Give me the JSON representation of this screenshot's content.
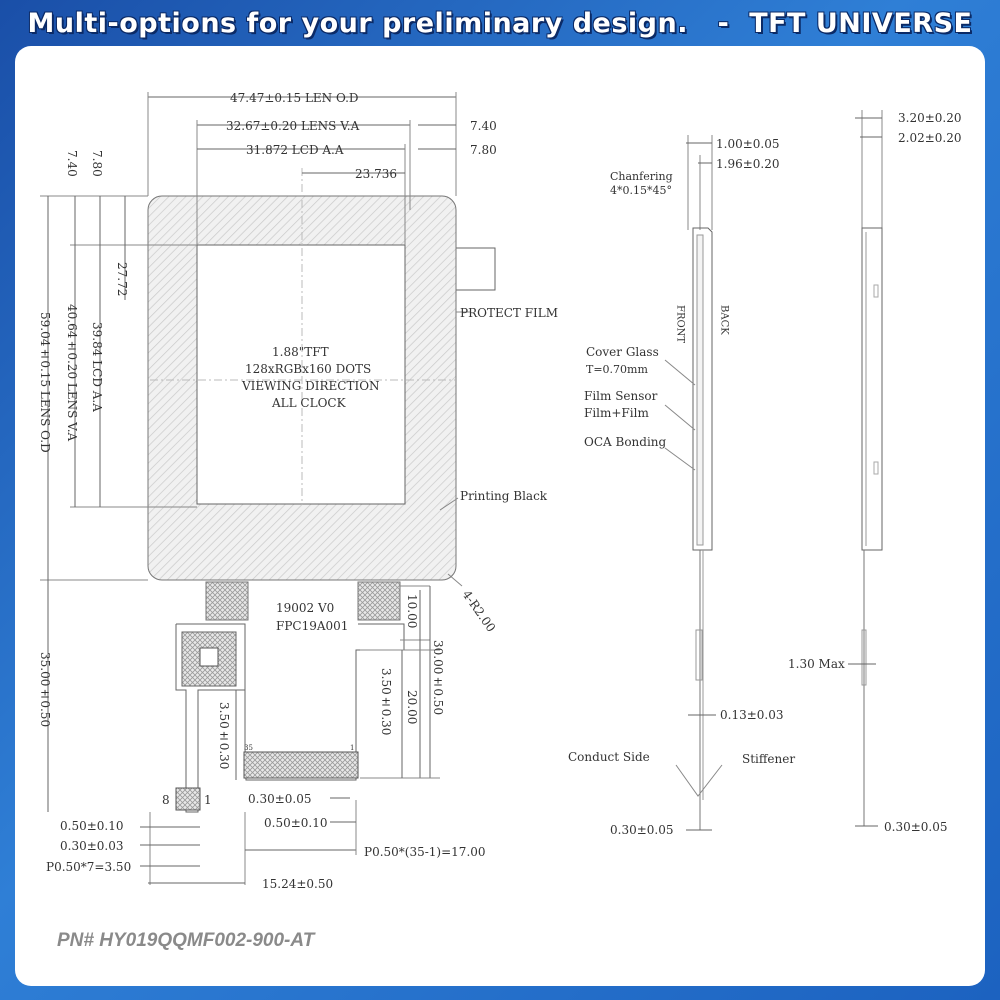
{
  "banner": {
    "title": "Multi-options for your preliminary design.   -  TFT UNIVERSE"
  },
  "part_number": "PN# HY019QQMF002-900-AT",
  "front_view": {
    "dims": {
      "len_od": "47.47±0.15 LEN O.D",
      "lens_va": "32.67±0.20 LENS V.A",
      "lcd_aa": "31.872 LCD A.A",
      "right_740": "7.40",
      "right_780": "7.80",
      "center_23736": "23.736",
      "left_740": "7.40",
      "left_780": "7.80",
      "h_2772": "27.72",
      "lcd_aa_v": "39.84 LCD A.A",
      "lens_va_v": "40.64±0.20 LENS V.A",
      "lens_od_v": "59.04±0.15 LENS O.D",
      "fpc_35": "35.00±0.50",
      "fpc_1000": "10.00",
      "fpc_3000": "30.00±0.50",
      "fpc_2000": "20.00",
      "fpc_350_030_a": "3.50±0.30",
      "fpc_350_030_b": "3.50±0.30",
      "pitch_050_010_a": "0.50±0.10",
      "pitch_030_003": "0.30±0.03",
      "p_050_7": "P0.50*7=3.50",
      "width_030_005": "0.30±0.05",
      "pitch_050_010_b": "0.50±0.10",
      "p_050_35": "P0.50*(35-1)=17.00",
      "width_1524": "15.24±0.50",
      "radius": "4-R2.00"
    },
    "labels": {
      "size": "1.88\"TFT",
      "resolution": "128xRGBx160 DOTS",
      "viewing": "VIEWING DIRECTION",
      "clock": "ALL CLOCK",
      "protect_film": "PROTECT FILM",
      "printing_black": "Printing Black",
      "fpc_code1": "19002 V0",
      "fpc_code2": "FPC19A001",
      "pin_8": "8",
      "pin_1": "1",
      "pin_35": "35",
      "pin_1b": "1"
    }
  },
  "side_view": {
    "dims": {
      "t_100": "1.00±0.05",
      "t_196": "1.96±0.20",
      "t_013": "0.13±0.03",
      "t_030": "0.30±0.05"
    },
    "labels": {
      "chamfering": "Chanfering",
      "chamfer_spec": "4*0.15*45°",
      "front": "FRONT",
      "back": "BACK",
      "cover_glass": "Cover Glass",
      "cover_t": "T=0.70mm",
      "film_sensor": "Film Sensor",
      "film_film": "Film+Film",
      "oca": "OCA Bonding",
      "conduct": "Conduct Side",
      "stiffener": "Stiffener"
    }
  },
  "side_view2": {
    "dims": {
      "t_320": "3.20±0.20",
      "t_202": "2.02±0.20",
      "max_130": "1.30 Max",
      "t_030": "0.30±0.05"
    }
  }
}
